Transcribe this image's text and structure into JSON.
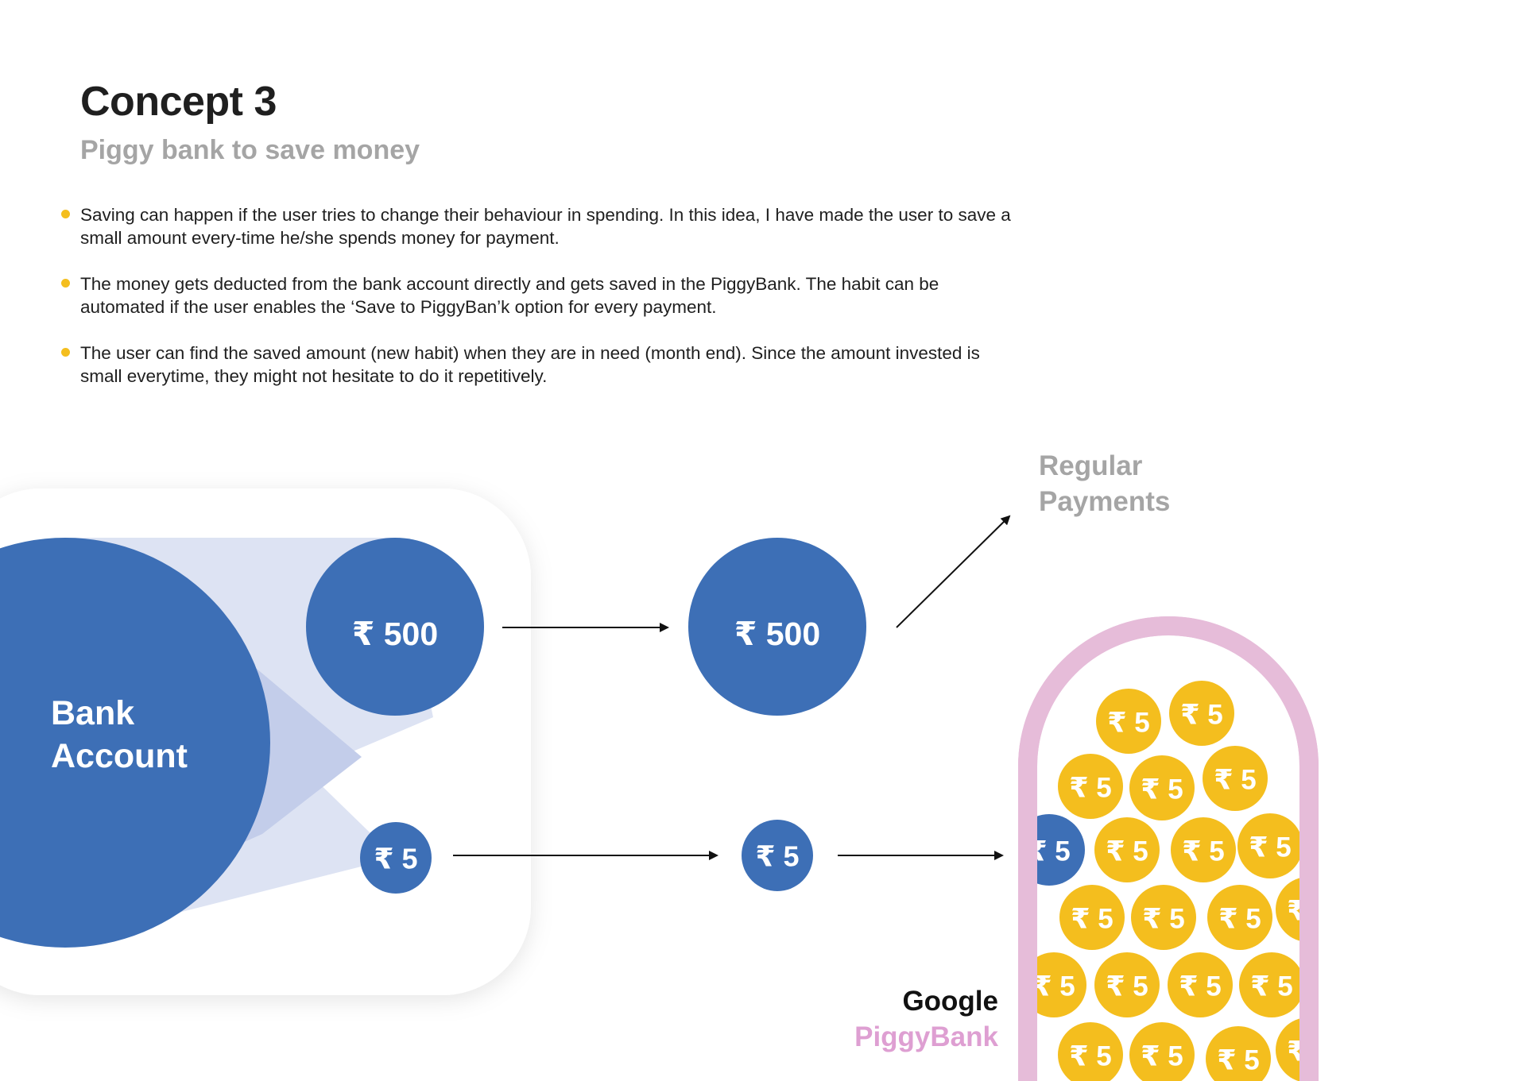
{
  "header": {
    "title": "Concept 3",
    "subtitle": "Piggy bank to save money"
  },
  "bullets": [
    "Saving can happen if the user tries to change their behaviour in spending. In this idea, I have made the user to save a small amount every-time he/she spends money for payment.",
    "The money gets deducted from the bank account directly and gets saved in the PiggyBank. The habit can be automated if the user enables the ‘Save to PiggyBan’k option for every payment.",
    "The user can find the saved amount (new habit) when they are in need (month end). Since the amount invested is small everytime, they might not hesitate to do it repetitively."
  ],
  "diagram": {
    "bank_label_line1": "Bank",
    "bank_label_line2": "Account",
    "payment_amount": "₹ 500",
    "saving_amount": "₹ 5",
    "regular_payments_line1": "Regular",
    "regular_payments_line2": "Payments",
    "piggybank_brand": "Google",
    "piggybank_name": "PiggyBank",
    "coin_label": "₹ 5"
  },
  "colors": {
    "accent_yellow": "#f4be1e",
    "bank_blue": "#3d6fb6",
    "beam_light": "#dde3f3",
    "piggy_pink": "#e6bcd9",
    "piggy_name_pink": "#de9fd2",
    "muted_gray": "#a5a5a5"
  }
}
